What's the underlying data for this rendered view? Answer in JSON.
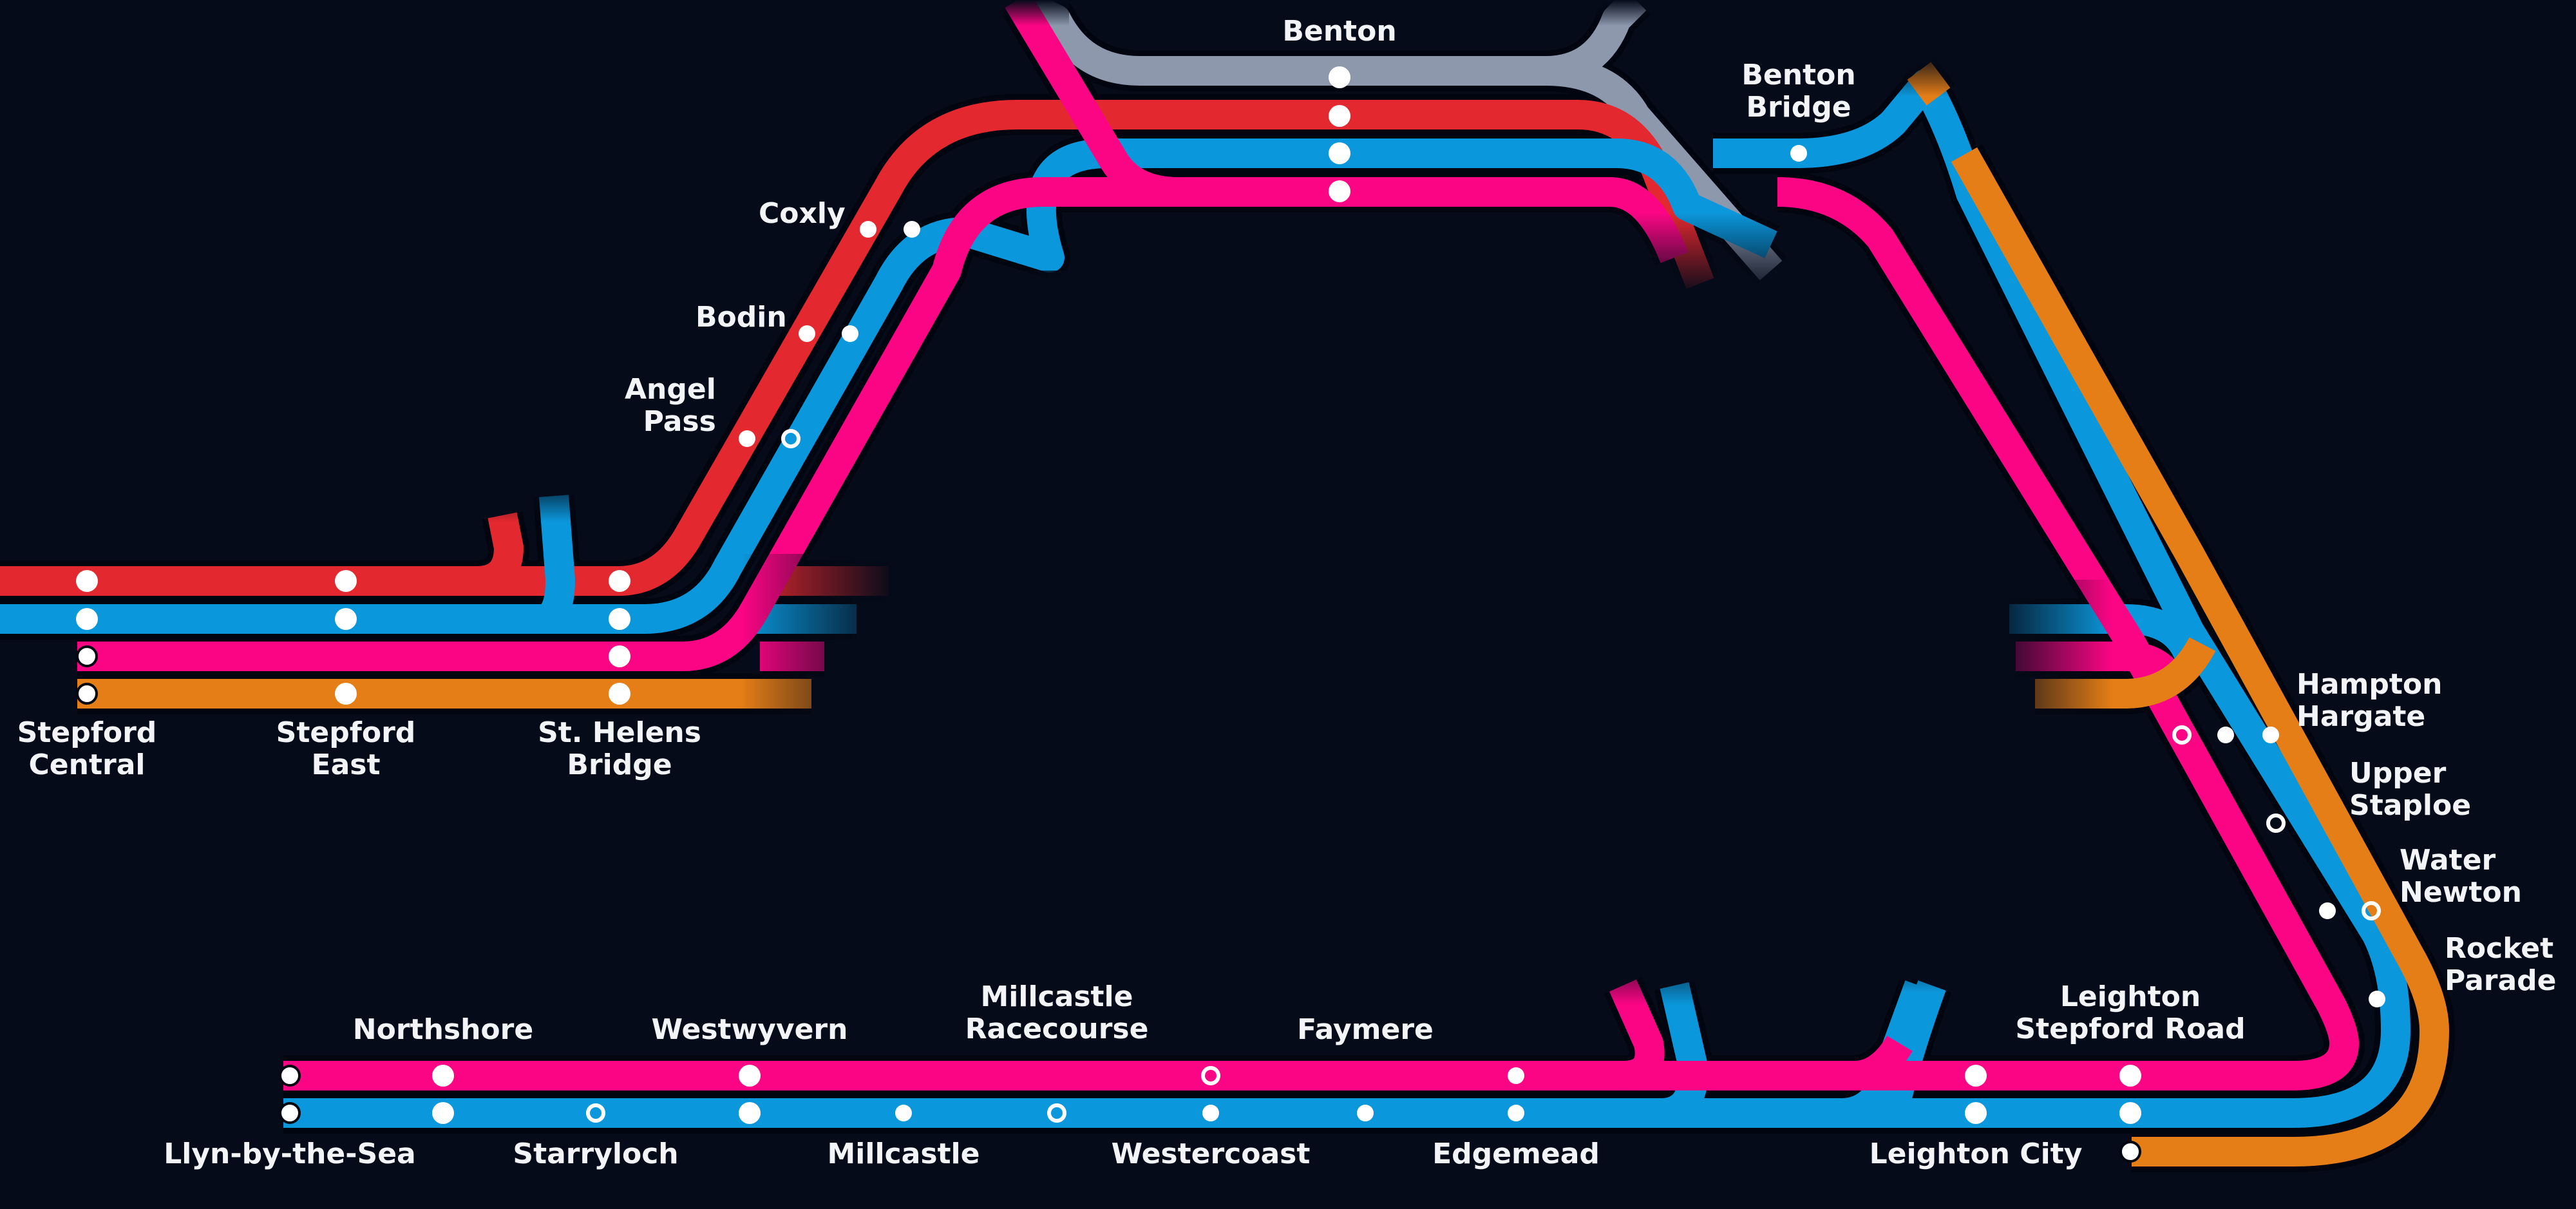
{
  "colors": {
    "background": "#050b19",
    "red": "#e3282f",
    "blue": "#0b97db",
    "pink": "#fc0585",
    "orange": "#e57e17",
    "gray": "#8d98ad",
    "casing": "#01050f",
    "station_fill": "#ffffff"
  },
  "lines": [
    {
      "id": "red",
      "color": "#e3282f"
    },
    {
      "id": "blue",
      "color": "#0b97db"
    },
    {
      "id": "pink",
      "color": "#fc0585"
    },
    {
      "id": "orange",
      "color": "#e57e17"
    },
    {
      "id": "gray",
      "color": "#8d98ad"
    }
  ],
  "stations": {
    "stepford_central": {
      "name_1": "Stepford",
      "name_2": "Central"
    },
    "stepford_east": {
      "name_1": "Stepford",
      "name_2": "East"
    },
    "st_helens_bridge": {
      "name_1": "St. Helens",
      "name_2": "Bridge"
    },
    "angel_pass": {
      "name_1": "Angel",
      "name_2": "Pass"
    },
    "bodin": {
      "name": "Bodin"
    },
    "coxly": {
      "name": "Coxly"
    },
    "benton": {
      "name": "Benton"
    },
    "benton_bridge": {
      "name_1": "Benton",
      "name_2": "Bridge"
    },
    "hampton_hargate": {
      "name_1": "Hampton",
      "name_2": "Hargate"
    },
    "upper_staploe": {
      "name_1": "Upper",
      "name_2": "Staploe"
    },
    "water_newton": {
      "name_1": "Water",
      "name_2": "Newton"
    },
    "rocket_parade": {
      "name_1": "Rocket",
      "name_2": "Parade"
    },
    "leighton_stepford_road": {
      "name_1": "Leighton",
      "name_2": "Stepford Road"
    },
    "leighton_city": {
      "name": "Leighton City"
    },
    "northshore": {
      "name": "Northshore"
    },
    "westwyvern": {
      "name": "Westwyvern"
    },
    "millcastle_racecourse": {
      "name_1": "Millcastle",
      "name_2": "Racecourse"
    },
    "faymere": {
      "name": "Faymere"
    },
    "llyn_by_the_sea": {
      "name": "Llyn-by-the-Sea"
    },
    "starryloch": {
      "name": "Starryloch"
    },
    "millcastle": {
      "name": "Millcastle"
    },
    "westercoast": {
      "name": "Westercoast"
    },
    "edgemead": {
      "name": "Edgemead"
    }
  }
}
